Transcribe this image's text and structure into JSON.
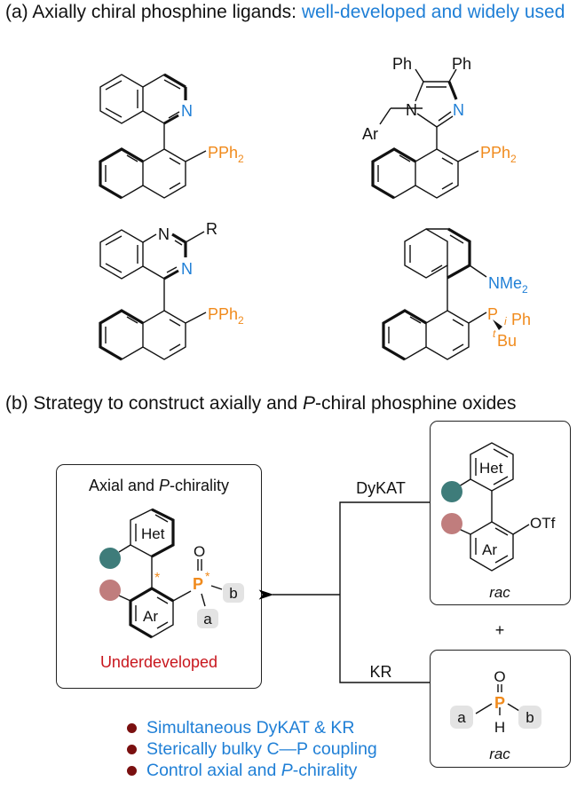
{
  "section_a": {
    "label": "(a) Axially chiral phosphine ligands:",
    "highlight": "well-developed and widely used",
    "ligands": [
      {
        "name": "isoquinoline-naphthyl-phosphine",
        "n_label": "N",
        "p_label": "PPh",
        "p_sub": "2"
      },
      {
        "name": "imidazole-naphthyl-phosphine",
        "ph1": "Ph",
        "ph2": "Ph",
        "n1": "N",
        "n2": "N",
        "ar": "Ar",
        "p_label": "PPh",
        "p_sub": "2"
      },
      {
        "name": "quinazoline-naphthyl-phosphine",
        "n1": "N",
        "n2": "N",
        "r": "R",
        "p_label": "PPh",
        "p_sub": "2"
      },
      {
        "name": "binaphthyl-aminophosphine",
        "nme": "NMe",
        "nme_sub": "2",
        "p": "P",
        "ph_prefix": "i",
        "ph": "Ph",
        "bu_prefix": "t",
        "bu": "Bu"
      }
    ]
  },
  "section_b": {
    "label_pre": "(b) Strategy to construct axially and ",
    "label_italic": "P",
    "label_post": "-chiral phosphine oxides",
    "product_box": {
      "title_pre": "Axial and ",
      "title_italic": "P",
      "title_post": "-chirality",
      "het": "Het",
      "ar": "Ar",
      "star": "*",
      "o": "O",
      "p": "P",
      "a": "a",
      "b": "b",
      "status": "Underdeveloped"
    },
    "dykat_label": "DyKAT",
    "kr_label": "KR",
    "biaryl_box": {
      "het": "Het",
      "ar": "Ar",
      "otf": "OTf",
      "rac": "rac"
    },
    "plus": "+",
    "phosphine_box": {
      "o": "O",
      "p": "P",
      "h": "H",
      "a": "a",
      "b": "b",
      "rac": "rac"
    },
    "bullets": [
      {
        "text": "Simultaneous DyKAT & KR"
      },
      {
        "text": "Sterically bulky C—P coupling"
      },
      {
        "text_pre": "Control axial and ",
        "text_italic": "P",
        "text_post": "-chirality"
      }
    ]
  },
  "colors": {
    "accent_blue": "#1f7fd6",
    "phosphorus_orange": "#f08a1c",
    "status_red": "#c8161d",
    "teal_dot": "#3e7c7a",
    "rose_dot": "#c07d7d",
    "bullet_dot": "#7a1010"
  }
}
